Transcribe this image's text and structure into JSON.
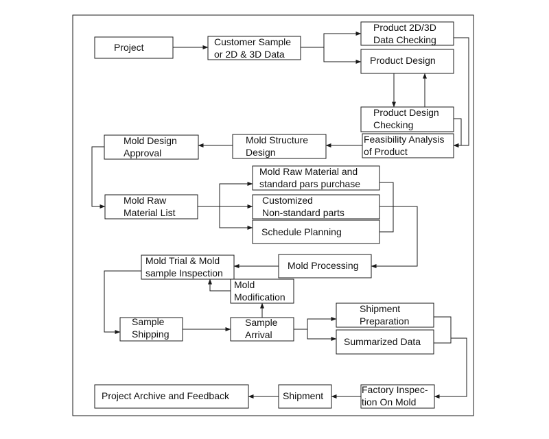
{
  "flowchart": {
    "nodes": {
      "project": [
        "Project"
      ],
      "customer_sample": [
        "Customer Sample",
        "or 2D & 3D Data"
      ],
      "data_checking": [
        "Product 2D/3D",
        "Data Checking"
      ],
      "product_design": [
        "Product Design"
      ],
      "design_checking": [
        "Product Design",
        "Checking"
      ],
      "feasibility": [
        "Feasibility Analysis",
        "of Product"
      ],
      "mold_structure": [
        "Mold Structure",
        "Design"
      ],
      "mold_approval": [
        "Mold Design",
        "Approval"
      ],
      "raw_material_list": [
        "Mold Raw",
        "Material List"
      ],
      "raw_purchase": [
        "Mold Raw Material and",
        "standard pars purchase"
      ],
      "customized_parts": [
        "Customized",
        "Non-standard parts"
      ],
      "schedule": [
        "Schedule Planning"
      ],
      "mold_processing": [
        "Mold Processing"
      ],
      "mold_trial": [
        "Mold Trial & Mold",
        "sample Inspection"
      ],
      "mold_modification": [
        "Mold",
        "Modification"
      ],
      "sample_shipping": [
        "Sample",
        "Shipping"
      ],
      "sample_arrival": [
        "Sample",
        "Arrival"
      ],
      "shipment_prep": [
        "Shipment",
        "Preparation"
      ],
      "summarized_data": [
        "Summarized Data"
      ],
      "factory_inspection": [
        "Factory Inspec-",
        "tion On Mold"
      ],
      "shipment": [
        "Shipment"
      ],
      "archive": [
        "Project Archive and Feedback"
      ]
    }
  }
}
